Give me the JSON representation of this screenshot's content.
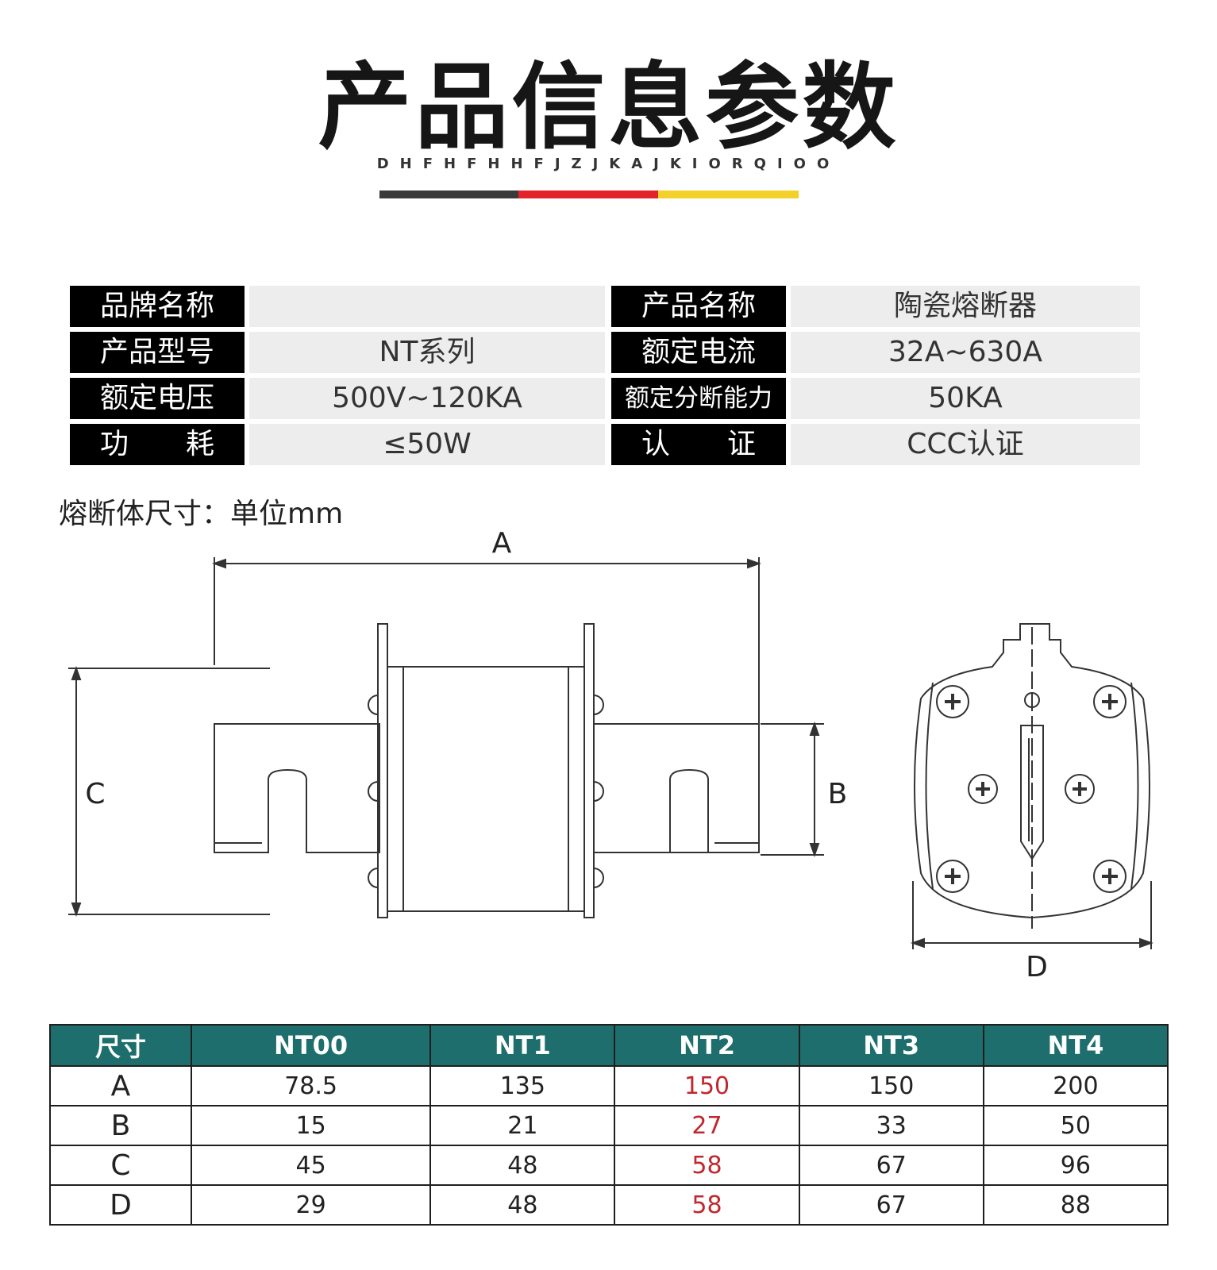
{
  "header": {
    "title": "产品信息参数",
    "subtitle": "DHFHFHHFJZJKAJKIORQIOO",
    "stripe_colors": [
      "#3a3a3a",
      "#e2232a",
      "#f2d22a"
    ]
  },
  "specs": [
    {
      "label": "品牌名称",
      "value": "",
      "label2": "产品名称",
      "value2": "陶瓷熔断器"
    },
    {
      "label": "产品型号",
      "value": "NT系列",
      "label2": "额定电流",
      "value2": "32A~630A"
    },
    {
      "label": "额定电压",
      "value": "500V~120KA",
      "label2": "额定分断能力",
      "value2": "50KA"
    },
    {
      "label": "功　　耗",
      "value": "≤50W",
      "label2": "认　　证",
      "value2": "CCC认证"
    }
  ],
  "dimension_section": {
    "label": "熔断体尺寸：单位mm",
    "dims": {
      "a": "A",
      "b": "B",
      "c": "C",
      "d": "D"
    }
  },
  "table": {
    "headers": [
      "尺寸",
      "NT00",
      "NT1",
      "NT2",
      "NT3",
      "NT4"
    ],
    "highlight_color": "#c1272d",
    "header_bg": "#1e6e6e",
    "rows": [
      {
        "dim": "A",
        "values": [
          "78.5",
          "135",
          "150",
          "150",
          "200"
        ]
      },
      {
        "dim": "B",
        "values": [
          "15",
          "21",
          "27",
          "33",
          "50"
        ]
      },
      {
        "dim": "C",
        "values": [
          "45",
          "48",
          "58",
          "67",
          "96"
        ]
      },
      {
        "dim": "D",
        "values": [
          "29",
          "48",
          "58",
          "67",
          "88"
        ]
      }
    ]
  }
}
